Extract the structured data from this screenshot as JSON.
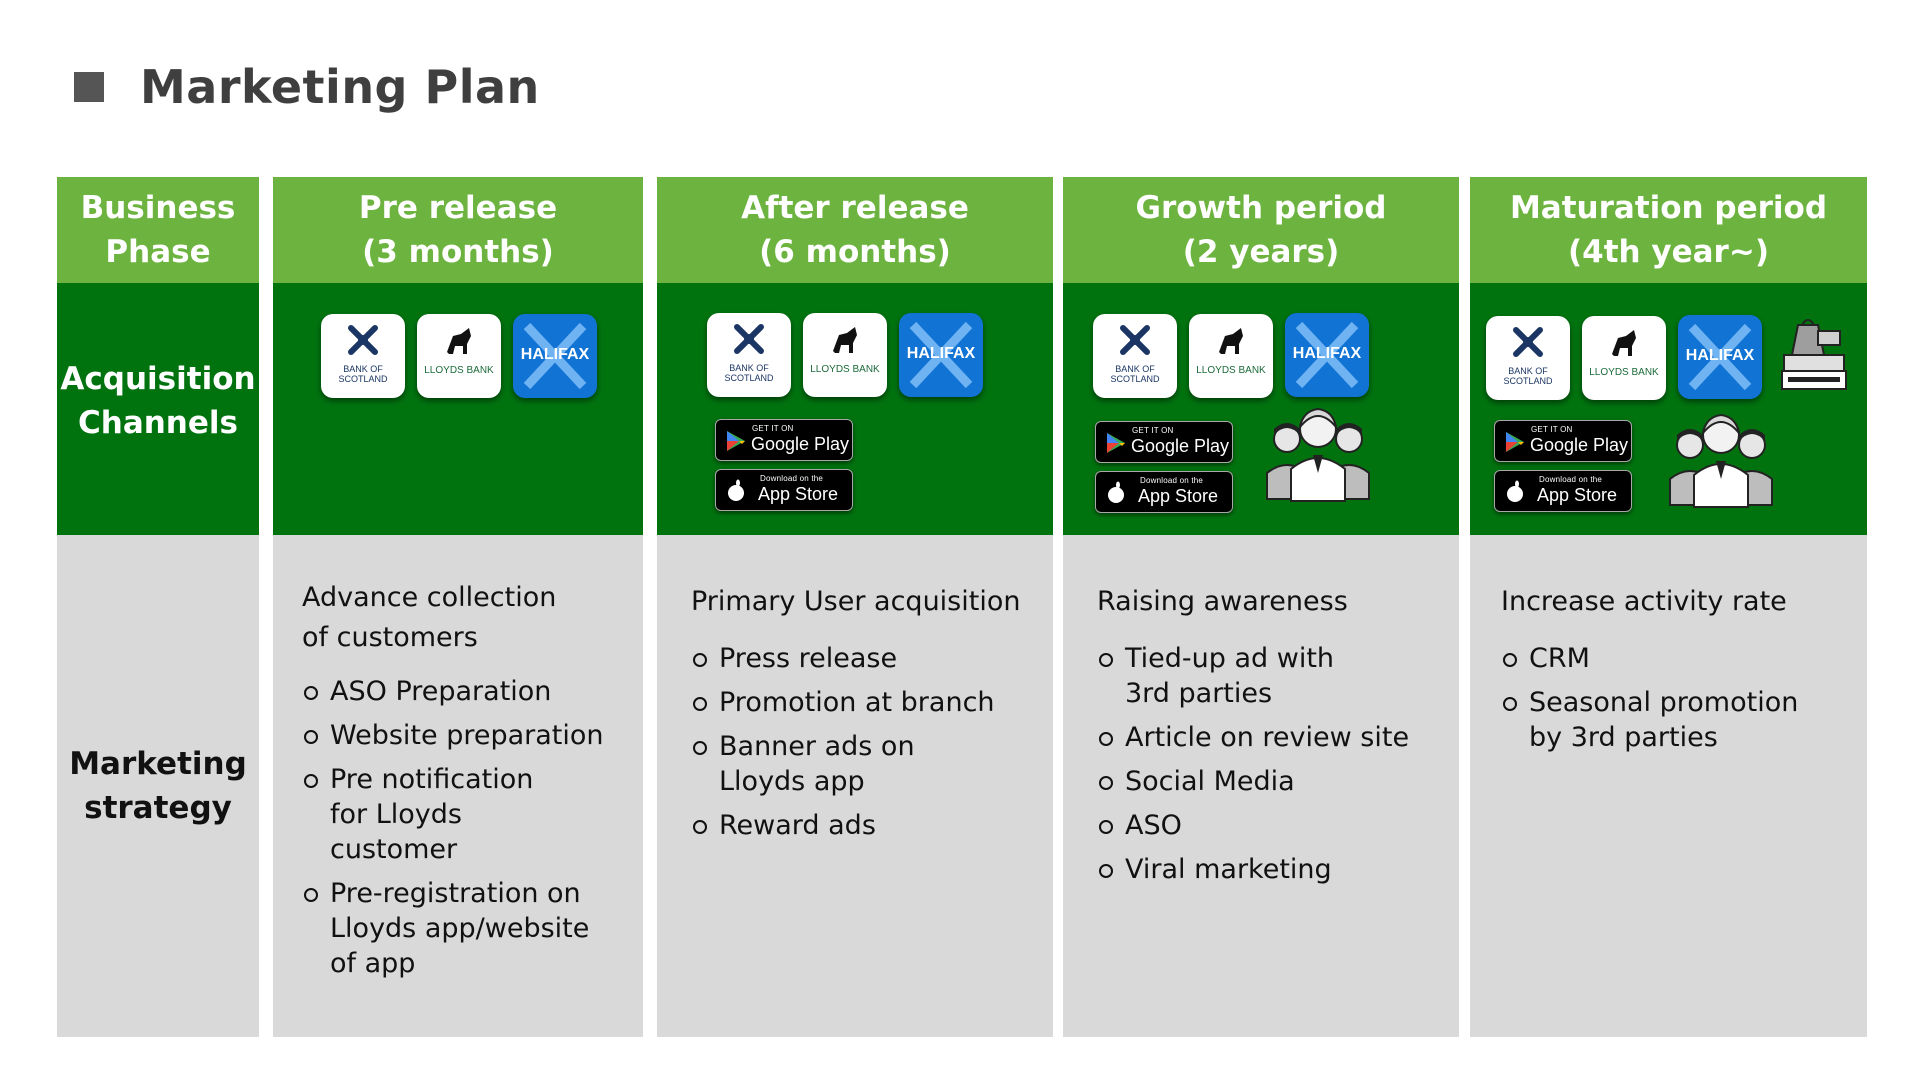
{
  "title": "Marketing Plan",
  "row_labels": {
    "business_phase": [
      "Business",
      "Phase"
    ],
    "acquisition_channels": [
      "Acquisition",
      "Channels"
    ],
    "marketing_strategy": [
      "Marketing",
      "strategy"
    ]
  },
  "brands": {
    "bos": "BANK OF SCOTLAND",
    "bos_line1": "BANK OF",
    "bos_line2": "SCOTLAND",
    "lloyds": "LLOYDS BANK",
    "halifax": "HALIFAX"
  },
  "badges": {
    "google_small": "GET IT ON",
    "google_big": "Google Play",
    "apple_small": "Download on the",
    "apple_big": "App Store"
  },
  "icons": [
    "bank-of-scotland-icon",
    "lloyds-bank-icon",
    "halifax-icon",
    "google-play-icon",
    "apple-icon",
    "people-group-icon",
    "shopping-bag-register-icon"
  ],
  "colors": {
    "header_green": "#6cb33f",
    "channel_green": "#00730f",
    "strategy_gray": "#d9d9d9",
    "halifax_blue": "#1173d4"
  },
  "phases": [
    {
      "head": [
        "Pre release",
        "(3 months)"
      ],
      "strategy_title": [
        "Advance collection",
        "of customers"
      ],
      "items": [
        "ASO Preparation",
        "Website preparation",
        "Pre notification for Lloyds customer",
        "Pre-registration on Lloyds app/website of app"
      ]
    },
    {
      "head": [
        "After release",
        "(6 months)"
      ],
      "strategy_title": [
        "Primary User acquisition"
      ],
      "items": [
        "Press release",
        "Promotion at branch",
        "Banner ads on Lloyds app",
        "Reward ads"
      ]
    },
    {
      "head": [
        "Growth period",
        "(2 years)"
      ],
      "strategy_title": [
        "Raising awareness"
      ],
      "items": [
        "Tied-up ad with 3rd parties",
        "Article on review site",
        "Social Media",
        "ASO",
        "Viral marketing"
      ]
    },
    {
      "head": [
        "Maturation period",
        "(4th year~)"
      ],
      "strategy_title": [
        "Increase activity rate"
      ],
      "items": [
        "CRM",
        "Seasonal promotion by 3rd parties"
      ]
    }
  ]
}
